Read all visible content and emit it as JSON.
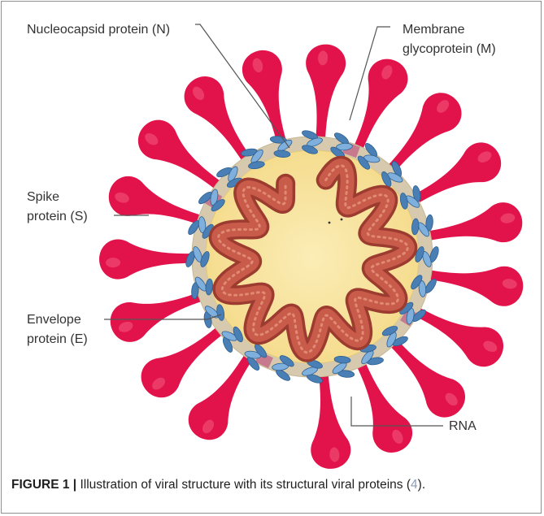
{
  "labels": {
    "nucleocapsid": "Nucleocapsid protein (N)",
    "membrane_line1": "Membrane",
    "membrane_line2": "glycoprotein (M)",
    "spike_line1": "Spike",
    "spike_line2": "protein (S)",
    "envelope_line1": "Envelope",
    "envelope_line2": "protein (E)",
    "rna": "RNA"
  },
  "caption": {
    "figure_label": "FIGURE 1 |",
    "text": " Illustration of viral structure with its structural viral proteins (",
    "ref": "4",
    "end": ")."
  },
  "colors": {
    "spike": "#e2134a",
    "envelope_ring": "#d8ccb0",
    "core": "#f9e7a6",
    "rna": "#b0473a",
    "membrane_protein": "#4a7fb5",
    "envelope_protein": "#c77a8e",
    "leader": "#555555"
  }
}
